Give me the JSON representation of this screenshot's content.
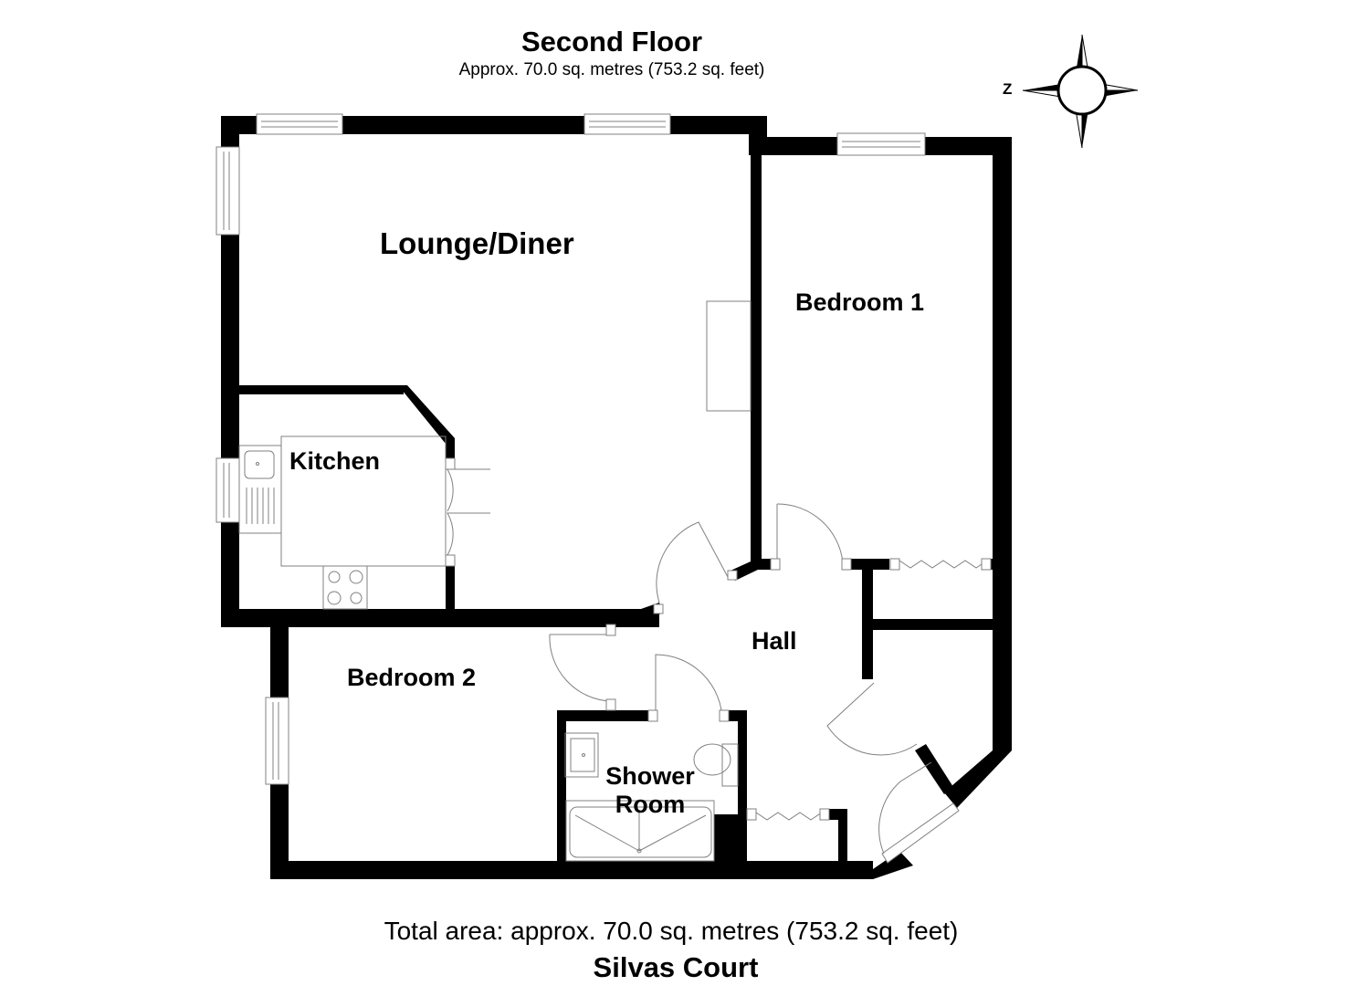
{
  "header": {
    "title": "Second Floor",
    "subtitle": "Approx. 70.0 sq. metres (753.2 sq. feet)"
  },
  "compass": {
    "label": "Z"
  },
  "rooms": [
    {
      "id": "lounge",
      "label": "Lounge/Diner"
    },
    {
      "id": "bedroom1",
      "label": "Bedroom 1"
    },
    {
      "id": "kitchen",
      "label": "Kitchen"
    },
    {
      "id": "hall",
      "label": "Hall"
    },
    {
      "id": "bedroom2",
      "label": "Bedroom 2"
    },
    {
      "id": "shower",
      "label_line1": "Shower",
      "label_line2": "Room"
    }
  ],
  "footer": {
    "total_area": "Total area: approx. 70.0 sq. metres (753.2 sq. feet)",
    "building_name": "Silvas Court"
  },
  "colors": {
    "wall": "#000000",
    "fixture_line": "#808080",
    "background": "#ffffff"
  }
}
